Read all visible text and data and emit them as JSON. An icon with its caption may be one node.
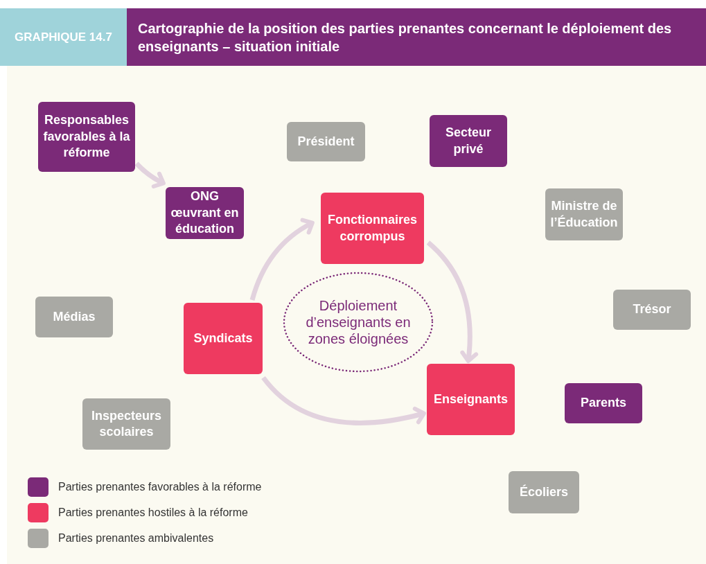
{
  "diagram": {
    "title": "Cartographie de la position des parties prenantes concernant le déploiement des enseignants – situation initiale",
    "nodes": [
      {
        "text": [
          "Responsables favorables à la réforme"
        ]
      },
      {
        "text": [
          "Président"
        ]
      },
      {
        "text": [
          "Secteur privé"
        ]
      },
      {
        "text": [
          "ONG œuvrant en éducation"
        ]
      },
      {
        "text": [
          "Fonctionnaires corrompus"
        ]
      },
      {
        "text": [
          "Ministre de l’Éducation"
        ]
      },
      {
        "text": [
          "Trésor"
        ]
      },
      {
        "text": [
          "Médias"
        ]
      },
      {
        "text": [
          "Syndicats"
        ]
      },
      {
        "text": [
          "Déploiement d’enseignants en zones éloignées"
        ]
      },
      {
        "text": [
          "Enseignants"
        ]
      },
      {
        "text": [
          "Parents"
        ]
      },
      {
        "text": [
          "Inspecteurs scolaires"
        ]
      },
      {
        "text": [
          "Écoliers"
        ]
      }
    ],
    "edges": [
      {
        "from": 0,
        "to": 3,
        "arrow": "to"
      },
      {
        "from": 8,
        "to": 4,
        "arrow": "to"
      },
      {
        "from": 4,
        "to": 10,
        "arrow": "to"
      },
      {
        "from": 8,
        "to": 10,
        "arrow": "to"
      }
    ],
    "labels": [
      "GRAPHIQUE 14.7"
    ],
    "legend": [
      {
        "text": "Parties prenantes favorables à la réforme",
        "color": "#7b2a78"
      },
      {
        "text": "Parties prenantes hostiles à la réforme",
        "color": "#ee3a60"
      },
      {
        "text": "Parties prenantes ambivalentes",
        "color": "#a9a9a4"
      }
    ]
  }
}
